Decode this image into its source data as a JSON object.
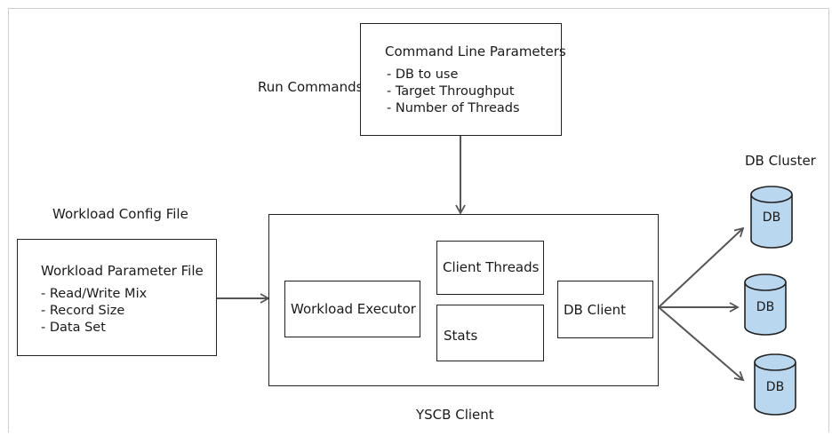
{
  "labels": {
    "run_commands": "Run Commands",
    "workload_config_file": "Workload Config File",
    "db_cluster": "DB Cluster",
    "ycsb_client": "YSCB Client"
  },
  "command_line": {
    "title": "Command Line Parameters",
    "items": [
      "DB to use",
      "Target Throughput",
      "Number of Threads"
    ]
  },
  "workload_file": {
    "title": "Workload Parameter File",
    "items": [
      "Read/Write Mix",
      "Record Size",
      "Data Set"
    ]
  },
  "client_components": {
    "workload_executor": "Workload Executor",
    "client_threads": "Client Threads",
    "stats": "Stats",
    "db_client": "DB Client"
  },
  "databases": [
    "DB",
    "DB",
    "DB"
  ],
  "colors": {
    "db_fill": "#b9d7ef",
    "stroke": "#222222",
    "arrow": "#555555"
  }
}
